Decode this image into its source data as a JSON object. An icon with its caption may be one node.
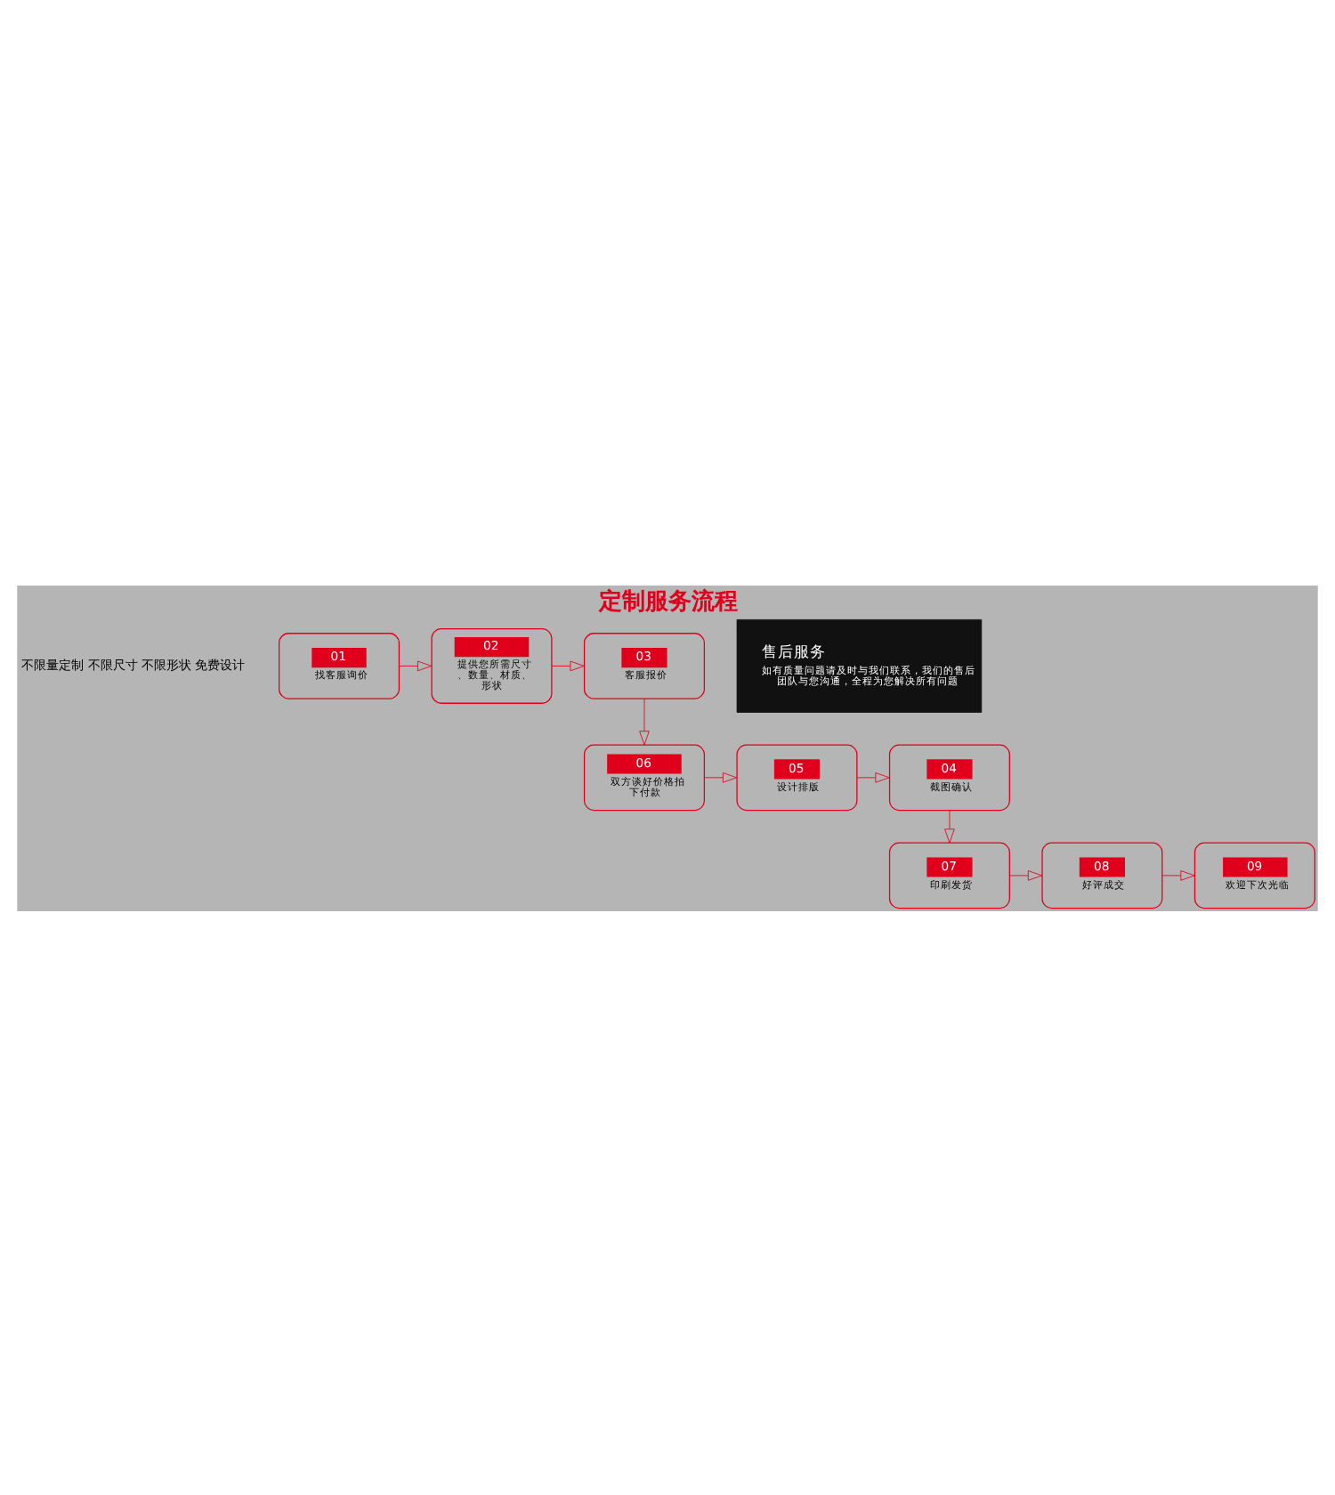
{
  "diagram": {
    "title": "定制服务流程",
    "nodes": [
      {
        "text": [
          "01",
          "找客服询价"
        ]
      },
      {
        "text": [
          "02",
          "提供您所需尺寸、数量、材质、形状"
        ]
      },
      {
        "text": [
          "03",
          "客服报价"
        ]
      },
      {
        "text": [
          "04",
          "截图确认"
        ]
      },
      {
        "text": [
          "05",
          "设计排版"
        ]
      },
      {
        "text": [
          "06",
          "双方谈好价格拍下付款"
        ]
      },
      {
        "text": [
          "07",
          "印刷发货"
        ]
      },
      {
        "text": [
          "08",
          "好评成交"
        ]
      },
      {
        "text": [
          "09",
          "欢迎下次光临"
        ]
      },
      {
        "text": [
          "售后服务",
          "如有质量问题请及时与我们联系，我们的售后团队与您沟通，全程为您解决所有问题"
        ]
      }
    ],
    "edges": [
      {
        "from": 0,
        "to": 1,
        "arrow": "to"
      },
      {
        "from": 1,
        "to": 2,
        "arrow": "to"
      },
      {
        "from": 2,
        "to": 5,
        "arrow": "to"
      },
      {
        "from": 5,
        "to": 4,
        "arrow": "to"
      },
      {
        "from": 4,
        "to": 3,
        "arrow": "to"
      },
      {
        "from": 3,
        "to": 6,
        "arrow": "to"
      },
      {
        "from": 6,
        "to": 7,
        "arrow": "to"
      },
      {
        "from": 7,
        "to": 8,
        "arrow": "to"
      }
    ],
    "labels": [
      "不限量定制 不限尺寸 不限形状 免费设计"
    ]
  }
}
